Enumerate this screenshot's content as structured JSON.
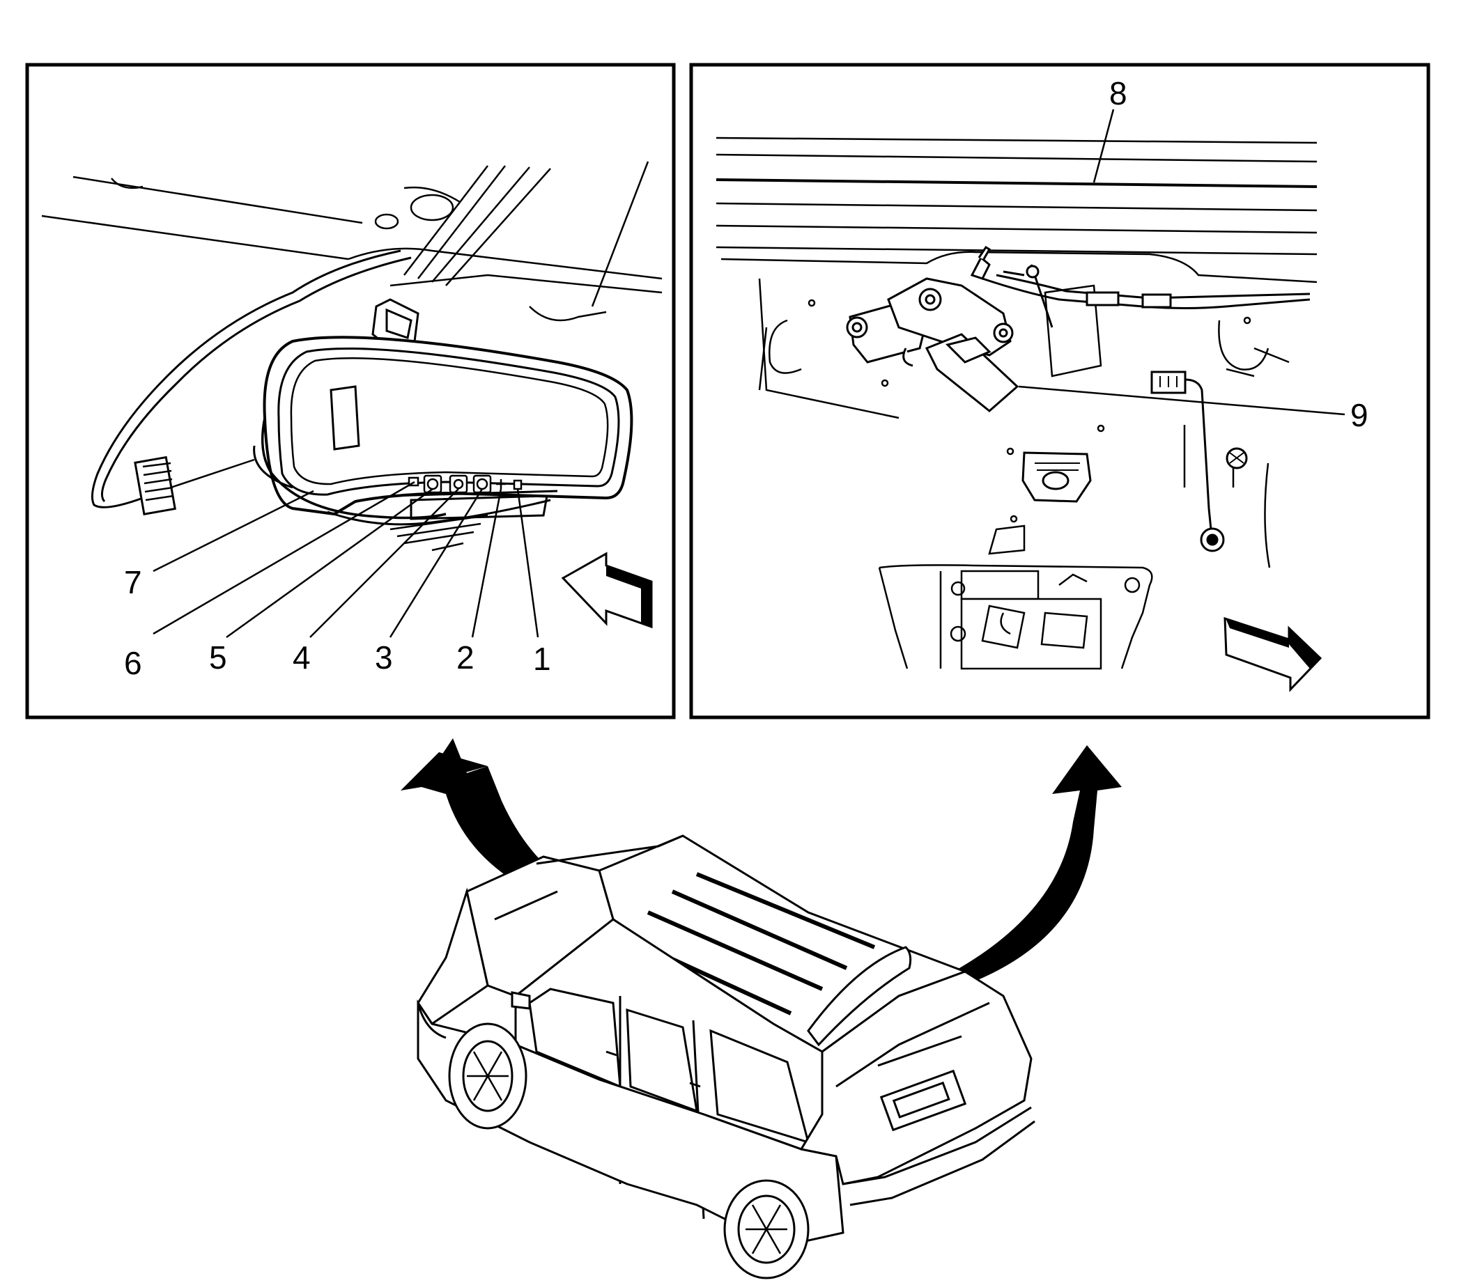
{
  "callouts": {
    "c1": "1",
    "c2": "2",
    "c3": "3",
    "c4": "4",
    "c5": "5",
    "c6": "6",
    "c7": "7",
    "c8": "8",
    "c9": "9"
  },
  "colors": {
    "ink": "#000000",
    "paper": "#ffffff"
  },
  "icons": {
    "view_arrow_left": "view-direction-arrow",
    "view_arrow_right": "view-direction-arrow",
    "curved_arrow_left": "curved-locator-arrow",
    "curved_arrow_right": "curved-locator-arrow"
  }
}
